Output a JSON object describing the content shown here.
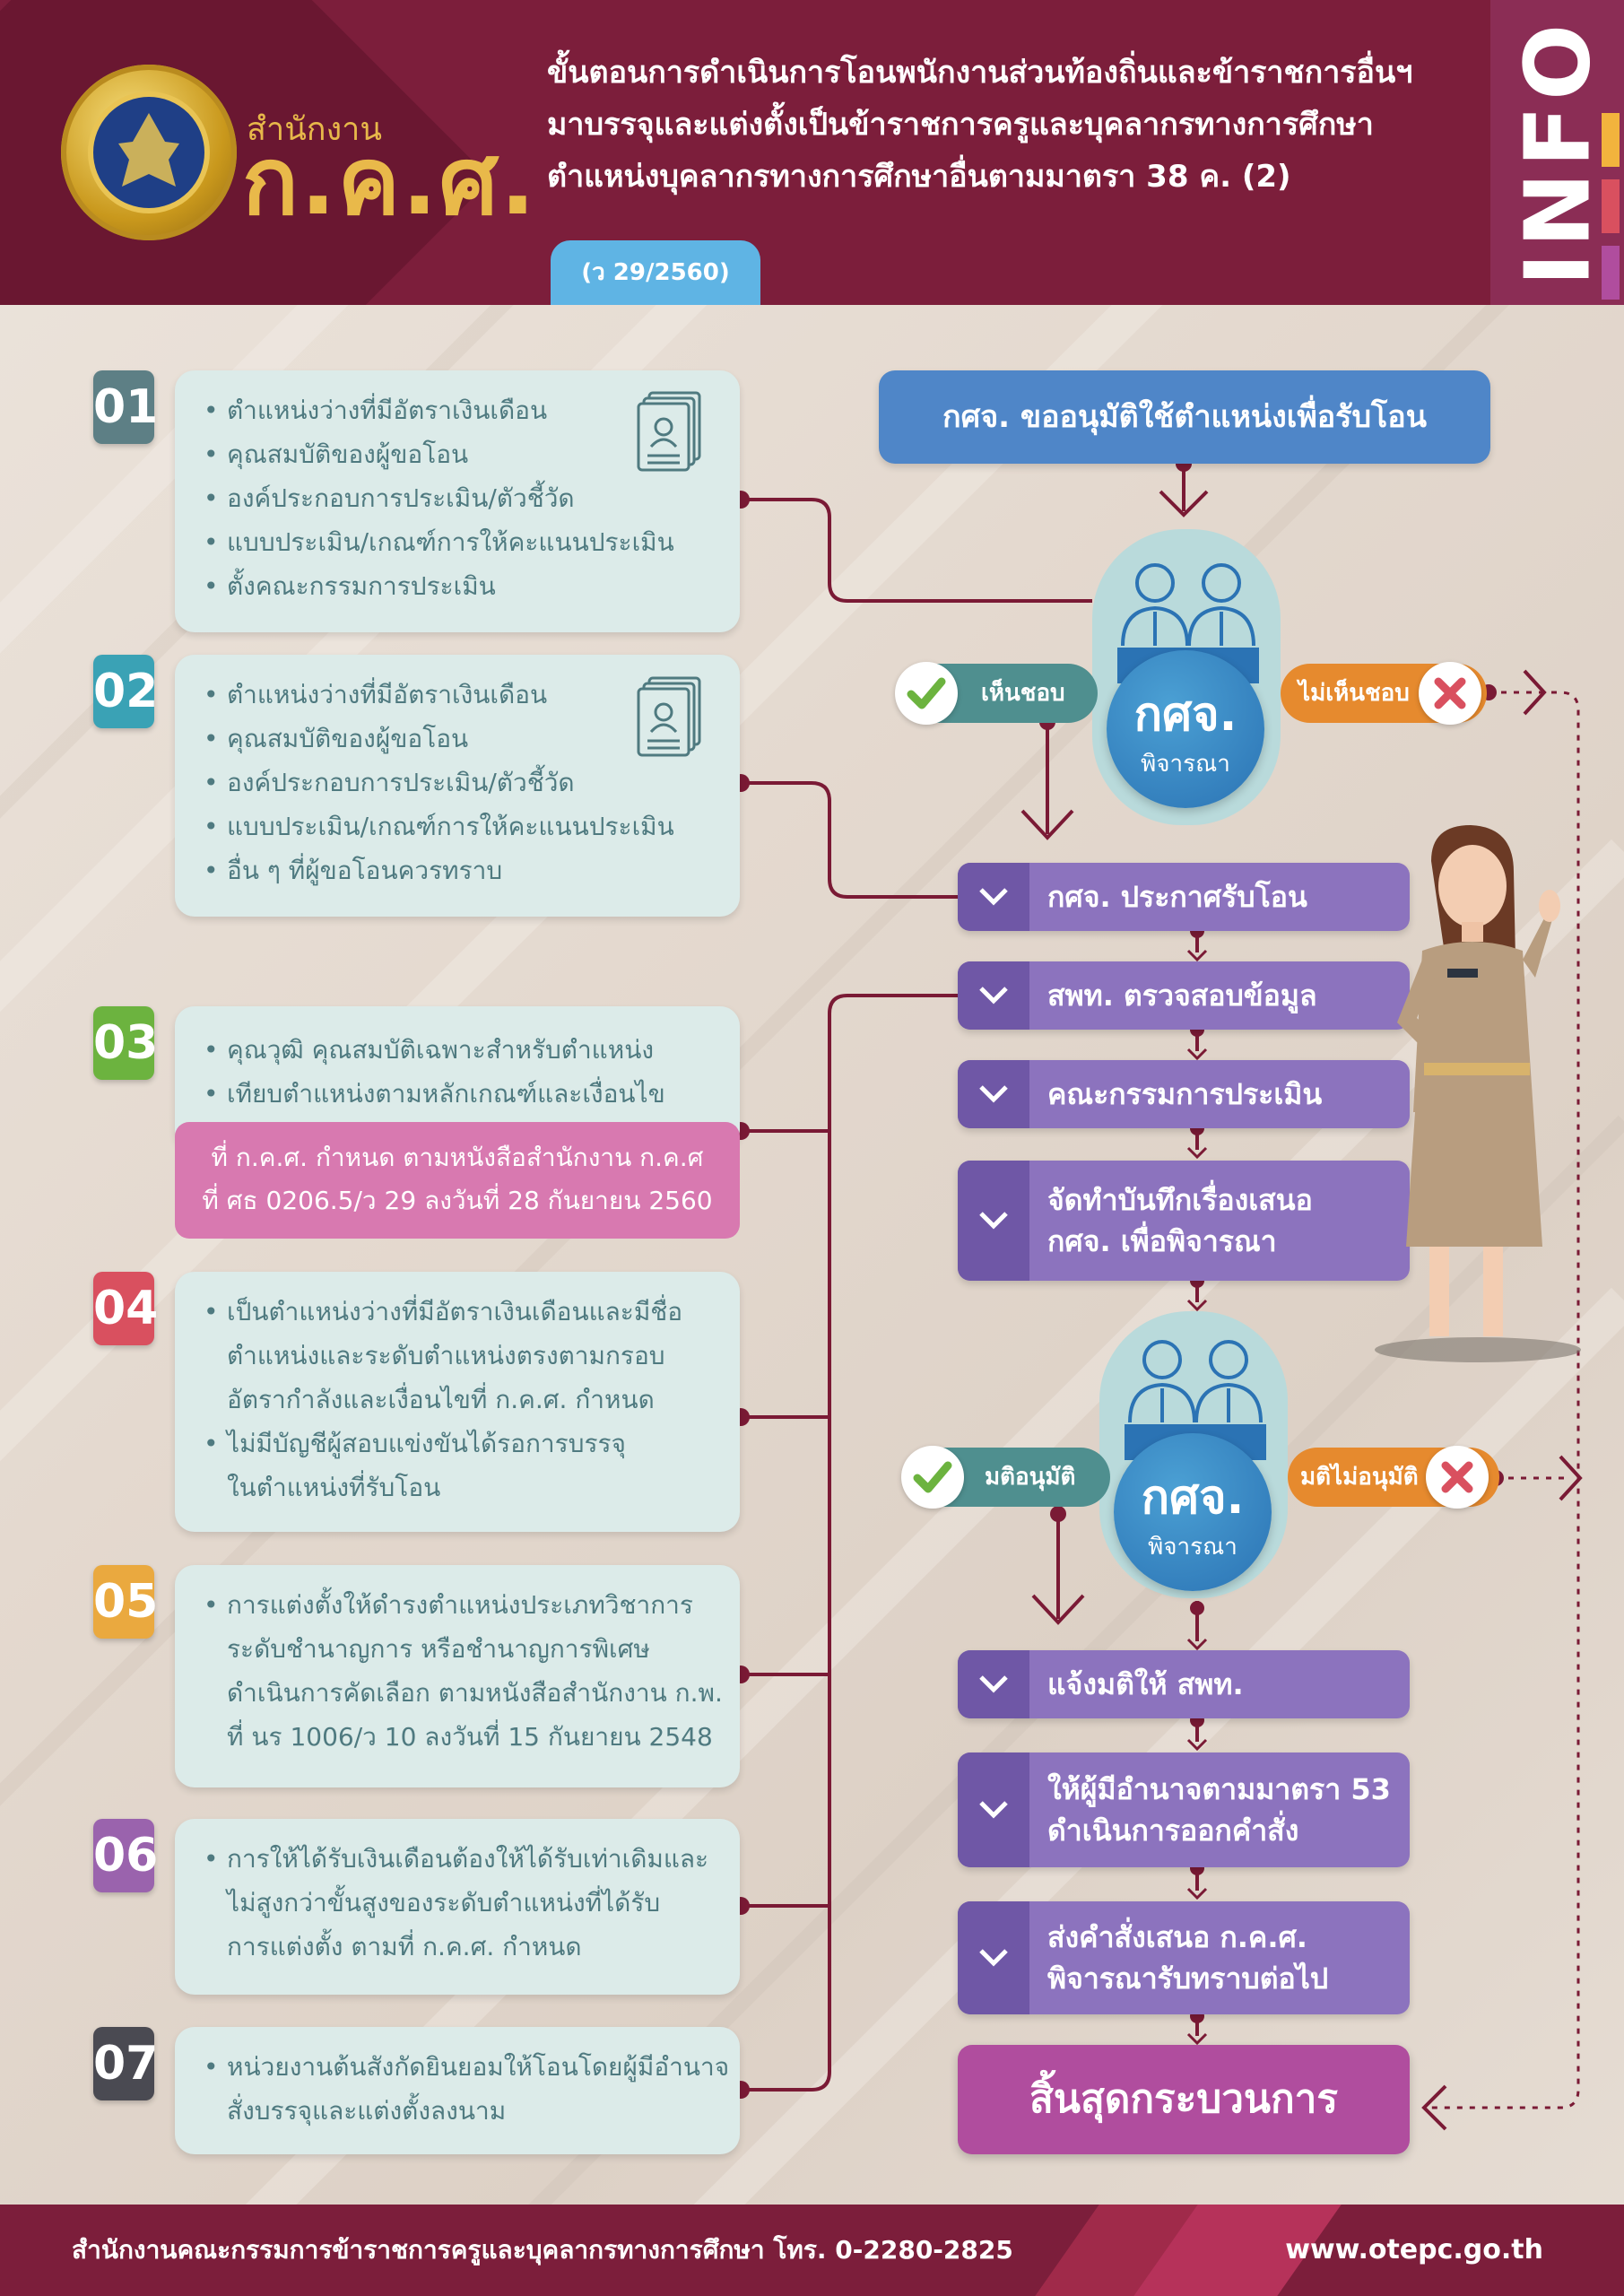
{
  "header": {
    "logo_sub": "สำนักงาน",
    "logo_main": "ก.ค.ศ.",
    "title_lines": [
      "ขั้นตอนการดำเนินการโอนพนักงานส่วนท้องถิ่นและข้าราชการอื่นฯ",
      "มาบรรจุและแต่งตั้งเป็นข้าราชการครูและบุคลากรทางการศึกษา",
      "ตำแหน่งบุคลากรทางการศึกษาอื่นตามมาตรา 38 ค. (2)"
    ],
    "ref": "(ว 29/2560)",
    "info_label": "INFO"
  },
  "steps": [
    {
      "num": "01",
      "color": "#5d7f85",
      "items": [
        "ตำแหน่งว่างที่มีอัตราเงินเดือน",
        "คุณสมบัติของผู้ขอโอน",
        "องค์ประกอบการประเมิน/ตัวชี้วัด",
        "แบบประเมิน/เกณฑ์การให้คะแนนประเมิน",
        "ตั้งคณะกรรมการประเมิน"
      ]
    },
    {
      "num": "02",
      "color": "#3aa2b5",
      "items": [
        "ตำแหน่งว่างที่มีอัตราเงินเดือน",
        "คุณสมบัติของผู้ขอโอน",
        "องค์ประกอบการประเมิน/ตัวชี้วัด",
        "แบบประเมิน/เกณฑ์การให้คะแนนประเมิน",
        "อื่น ๆ ที่ผู้ขอโอนควรทราบ"
      ]
    },
    {
      "num": "03",
      "color": "#6cb33f",
      "items": [
        "คุณวุฒิ คุณสมบัติเฉพาะสำหรับตำแหน่ง",
        "เทียบตำแหน่งตามหลักเกณฑ์และเงื่อนไข"
      ],
      "note_lines": [
        "ที่ ก.ค.ศ. กำหนด ตามหนังสือสำนักงาน ก.ค.ศ",
        "ที่ ศธ 0206.5/ว 29 ลงวันที่ 28 กันยายน 2560"
      ]
    },
    {
      "num": "04",
      "color": "#d9505f",
      "items": [
        "เป็นตำแหน่งว่างที่มีอัตราเงินเดือนและมีชื่อ",
        "ตำแหน่งและระดับตำแหน่งตรงตามกรอบ",
        "อัตรากำลังและเงื่อนไขที่ ก.ค.ศ. กำหนด",
        "ไม่มีบัญชีผู้สอบแข่งขันได้รอการบรรจุ",
        "ในตำแหน่งที่รับโอน"
      ]
    },
    {
      "num": "05",
      "color": "#eaa93f",
      "items": [
        "การแต่งตั้งให้ดำรงตำแหน่งประเภทวิชาการ",
        "ระดับชำนาญการ หรือชำนาญการพิเศษ",
        "ดำเนินการคัดเลือก ตามหนังสือสำนักงาน ก.พ.",
        "ที่ นร 1006/ว 10 ลงวันที่ 15 กันยายน 2548"
      ]
    },
    {
      "num": "06",
      "color": "#9a63ad",
      "items": [
        "การให้ได้รับเงินเดือนต้องให้ได้รับเท่าเดิมและ",
        "ไม่สูงกว่าขั้นสูงของระดับตำแหน่งที่ได้รับ",
        "การแต่งตั้ง ตามที่ ก.ค.ศ. กำหนด"
      ]
    },
    {
      "num": "07",
      "color": "#4a4a52",
      "items": [
        "หน่วยงานต้นสังกัดยินยอมให้โอนโดยผู้มีอำนาจ",
        "สั่งบรรจุและแต่งตั้งลงนาม"
      ]
    }
  ],
  "flow": {
    "request": "กศจ. ขออนุมัติใช้ตำแหน่งเพื่อรับโอน",
    "council1": {
      "big": "กศจ.",
      "small": "พิจารณา",
      "approve": "เห็นชอบ",
      "reject": "ไม่เห็นชอบ"
    },
    "council2": {
      "big": "กศจ.",
      "small": "พิจารณา",
      "approve": "มติอนุมัติ",
      "reject": "มติไม่อนุมัติ"
    },
    "boxes_a": [
      [
        "กศจ. ประกาศรับโอน"
      ],
      [
        "สพท. ตรวจสอบข้อมูล"
      ],
      [
        "คณะกรรมการประเมิน"
      ],
      [
        "จัดทำบันทึกเรื่องเสนอ",
        "กศจ. เพื่อพิจารณา"
      ]
    ],
    "boxes_b": [
      [
        "แจ้งมติให้ สพท."
      ],
      [
        "ให้ผู้มีอำนาจตามมาตรา 53",
        "ดำเนินการออกคำสั่ง"
      ],
      [
        "ส่งคำสั่งเสนอ ก.ค.ศ.",
        "พิจารณารับทราบต่อไป"
      ]
    ],
    "end": "สิ้นสุดกระบวนการ"
  },
  "footer": {
    "org": "สำนักงานคณะกรรมการข้าราชการครูและบุคลากรทางการศึกษา โทร. 0-2280-2825",
    "url": "www.otepc.go.th"
  },
  "colors": {
    "maroon": "#7c1e3b",
    "purple": "#8c73be",
    "blue": "#4f86c8",
    "end": "#b04d9e",
    "connector": "#7a1a35"
  }
}
